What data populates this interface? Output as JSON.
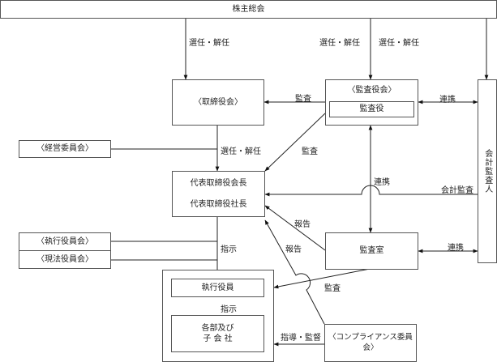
{
  "nodes": {
    "shareholders": "株主総会",
    "board": "〈取締役会〉",
    "audit_board": "〈監査役会〉",
    "auditors": "監査役",
    "accounting_auditor": "会計監査人",
    "management_committee": "〈経営委員会〉",
    "representative_chairman": "代表取締役会長",
    "representative_president": "代表取締役社長",
    "executive_committee": "〈執行役員会〉",
    "local_officers_committee": "〈現法役員会〉",
    "audit_office": "監査室",
    "executive_officers": "執行役員",
    "departments_line1": "各部及び",
    "departments_line2": "子 会 社",
    "compliance_committee": "〈コンプライアンス委員会〉"
  },
  "edge_labels": {
    "elect_dismiss_board": "選任・解任",
    "elect_dismiss_auditors": "選任・解任",
    "elect_dismiss_accounting": "選任・解任",
    "audit_board_to_board": "監査",
    "cooperation_auditor_accounting": "連携",
    "elect_dismiss_rep": "選任・解任",
    "audit_to_rep": "監査",
    "cooperation_auditor_office": "連携",
    "accounting_audit": "会計監査",
    "report_office": "報告",
    "report_compliance": "報告",
    "cooperation_office_accounting": "連携",
    "instruct_exec": "指示",
    "audit_office_to_exec": "監査",
    "instruct_departments": "指示",
    "guide_supervise": "指導・監督"
  }
}
